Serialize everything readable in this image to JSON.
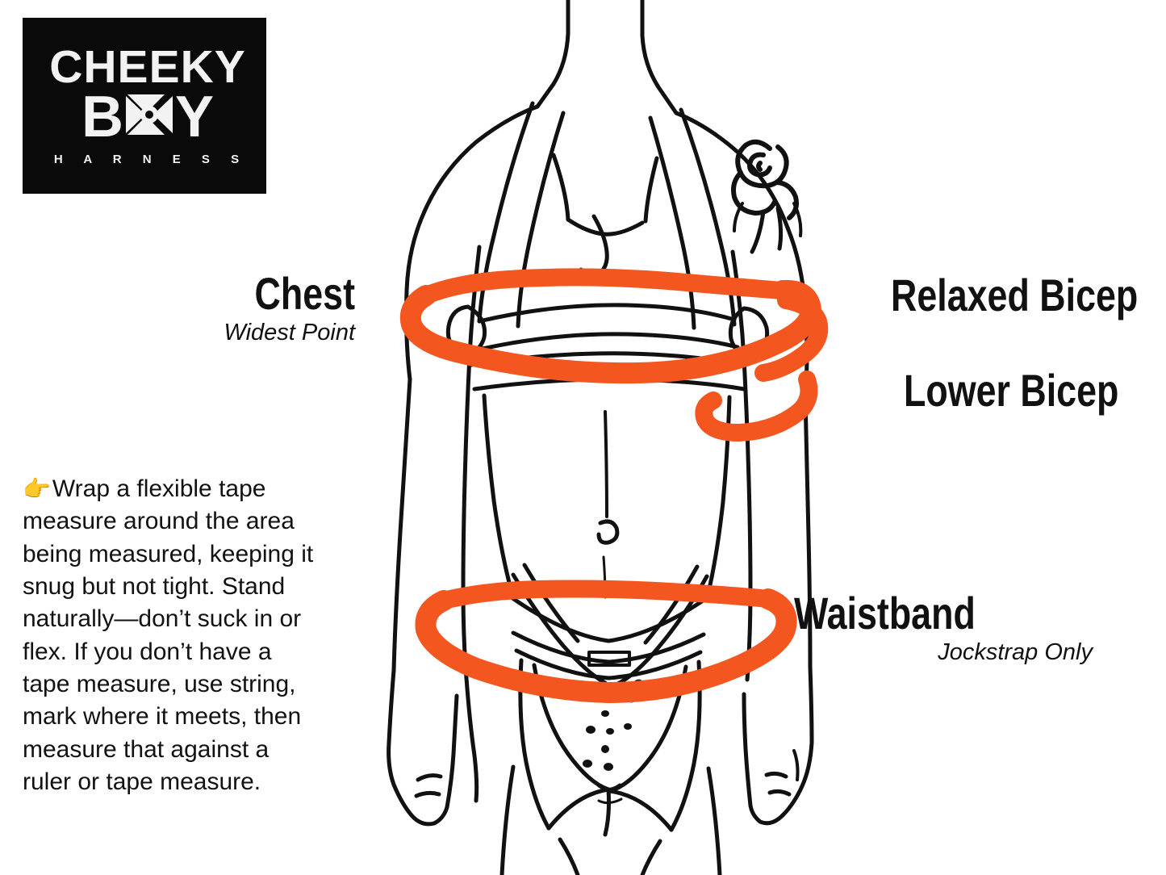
{
  "logo": {
    "line1": "CHEEKY",
    "line2_left": "B",
    "line2_right": "Y",
    "line2_icon": "o-ring-x-icon",
    "line3": "H A R N E S S",
    "background": "#0a0a0a",
    "text_color": "#f2f2f2"
  },
  "accent_color": "#F4561F",
  "ink_color": "#111111",
  "callouts": [
    {
      "id": "chest",
      "title": "Chest",
      "subtitle": "Widest Point",
      "side": "left"
    },
    {
      "id": "relaxed_bicep",
      "title": "Relaxed Bicep",
      "subtitle": "",
      "side": "right"
    },
    {
      "id": "lower_bicep",
      "title": "Lower Bicep",
      "subtitle": "",
      "side": "right"
    },
    {
      "id": "waistband",
      "title": "Waistband",
      "subtitle": "Jockstrap Only",
      "side": "right"
    }
  ],
  "instructions": {
    "icon": "pointing-right-emoji",
    "icon_glyph": "👉",
    "text": "Wrap a flexible tape measure around the area being measured, keeping it snug but not tight. Stand naturally—don’t suck in or flex. If you don’t have a tape measure, use string, mark where it meets, then measure that against a ruler or tape measure."
  },
  "figure": {
    "name": "male-torso-harness-line-drawing",
    "description": "Line-art male torso wearing a chest harness and jockstrap, rose tattoo on shoulder, with four orange measurement loops"
  }
}
